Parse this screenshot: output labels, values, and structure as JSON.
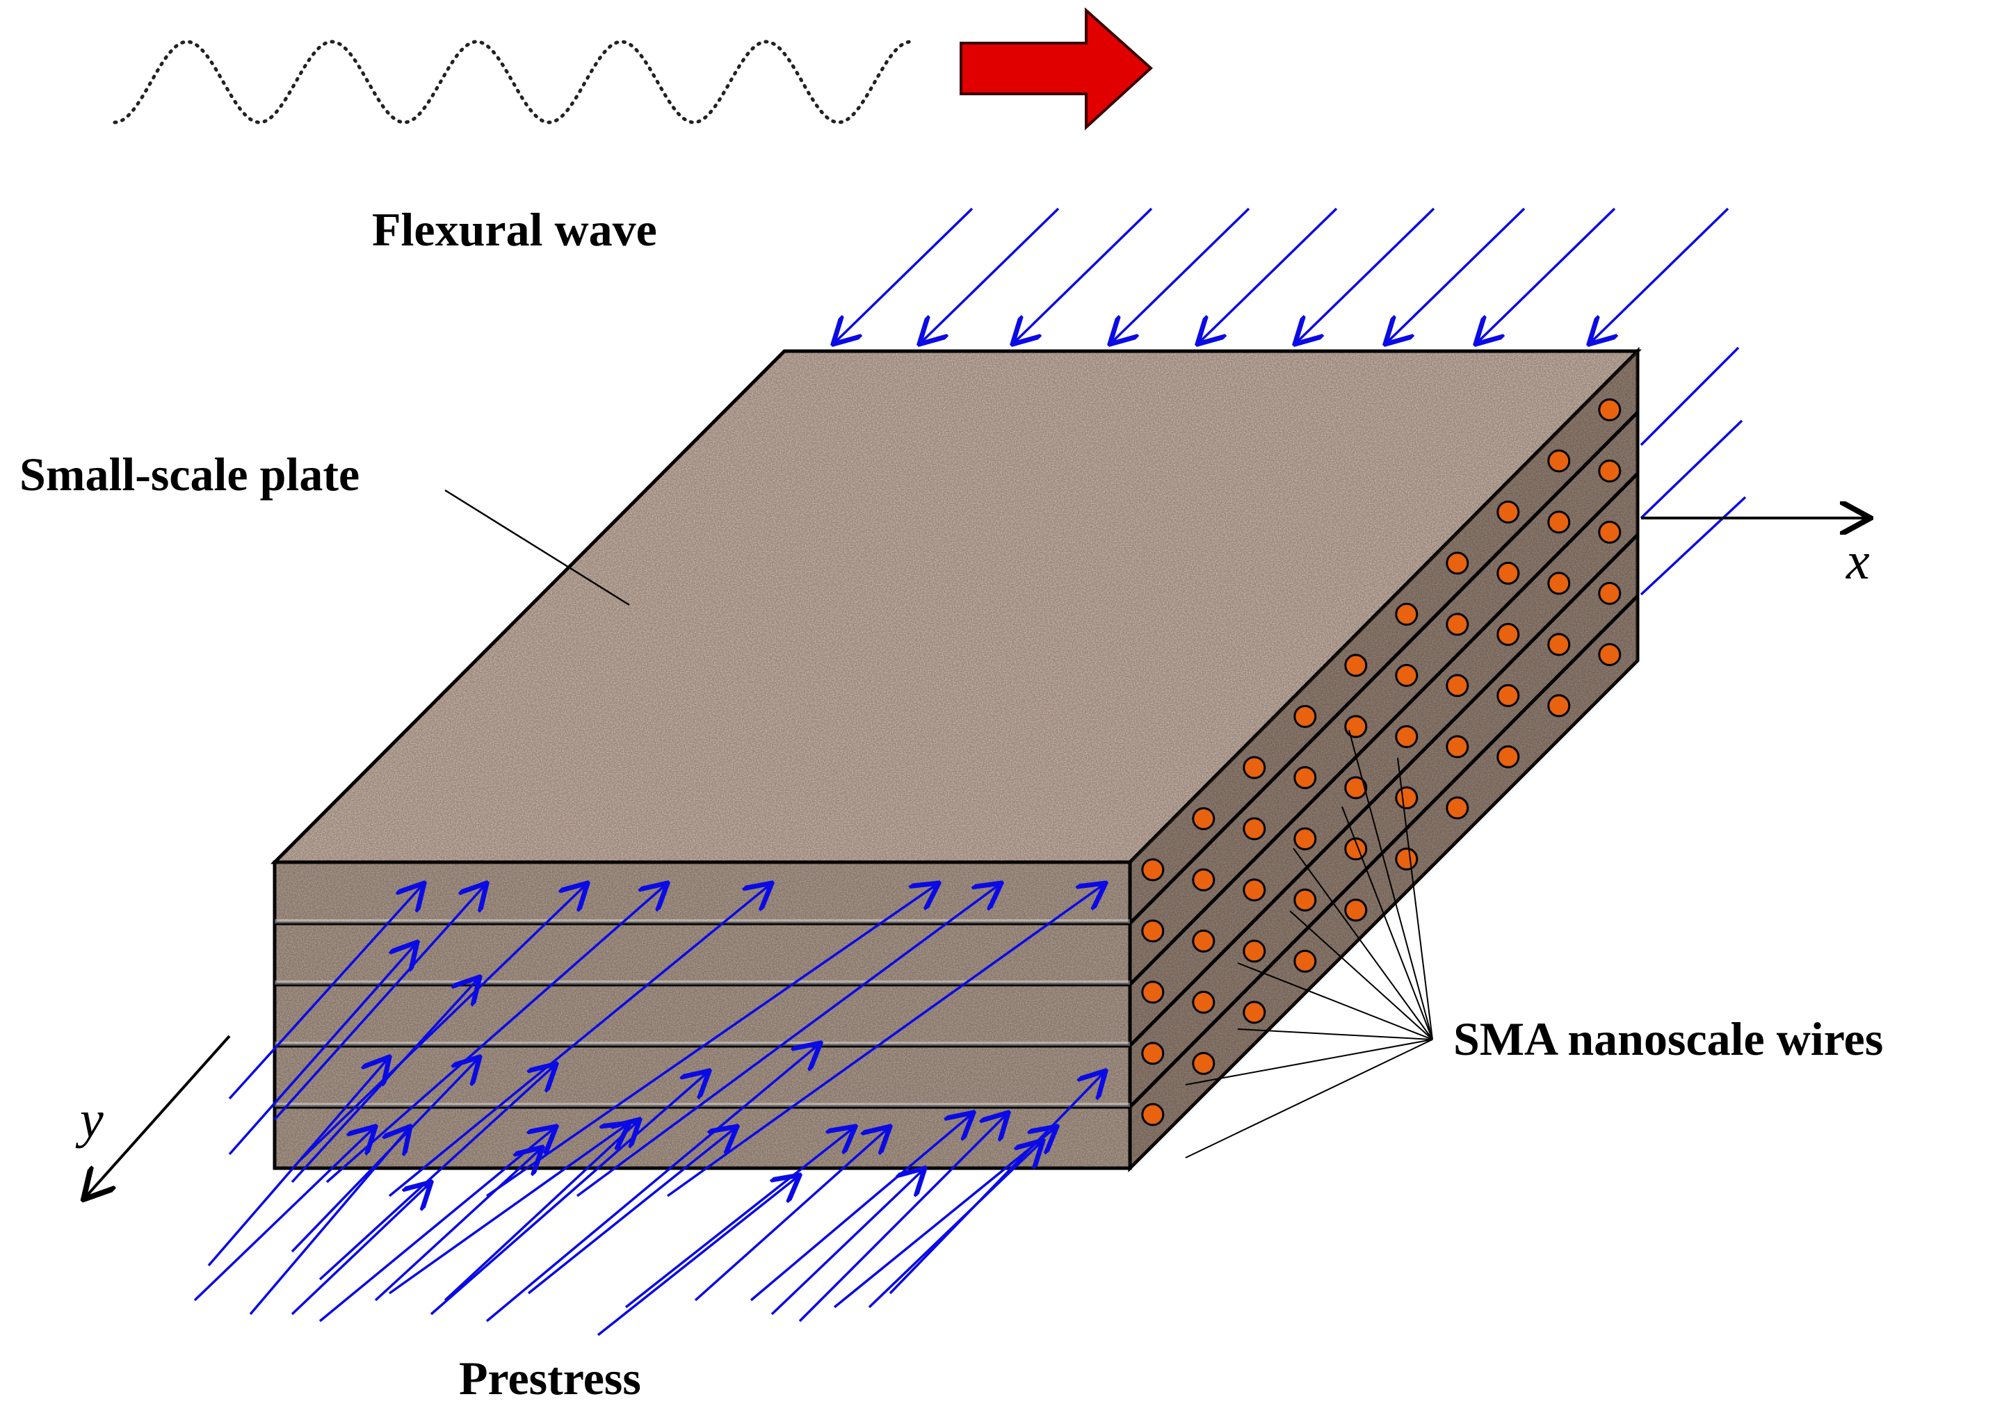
{
  "labels": {
    "flexural_wave": "Flexural wave",
    "small_scale_plate": "Small-scale plate",
    "sma_wires": "SMA nanoscale wires",
    "prestress": "Prestress",
    "axis_x": "x",
    "axis_y": "y"
  },
  "colors": {
    "prestress_arrows": "#0a0ae6",
    "wave_arrow_fill": "#e00000",
    "wire_dots": "#e8620f",
    "plate_texture": "#a08c7d",
    "plate_edge": "#000000"
  },
  "structure": {
    "layer_count": 5
  }
}
